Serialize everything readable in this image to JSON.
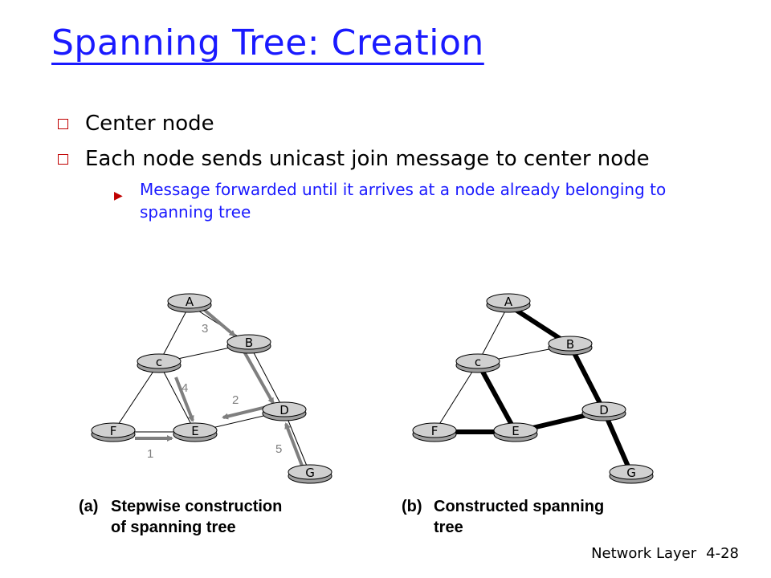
{
  "slide": {
    "title": "Spanning Tree: Creation",
    "bullets": [
      {
        "text": "Center node"
      },
      {
        "text": "Each node sends unicast join message to center node",
        "sub": "Message forwarded until it arrives at a node already belonging to spanning tree"
      }
    ],
    "footer": {
      "section": "Network Layer",
      "page": "4-28"
    }
  },
  "figures": [
    {
      "caption_label": "(a)",
      "caption_line1": "Stepwise construction",
      "caption_line2": "of spanning tree",
      "nodes": [
        "A",
        "B",
        "c",
        "D",
        "F",
        "E",
        "G"
      ],
      "steps": [
        "1",
        "2",
        "3",
        "4",
        "5"
      ]
    },
    {
      "caption_label": "(b)",
      "caption_line1": "Constructed spanning",
      "caption_line2": "tree",
      "nodes": [
        "A",
        "B",
        "c",
        "D",
        "F",
        "E",
        "G"
      ]
    }
  ],
  "colors": {
    "title": "#1a1aff",
    "bullet_box": "#c00000",
    "node_fill": "#c8c8c8",
    "arrow": "#7f7f7f"
  }
}
